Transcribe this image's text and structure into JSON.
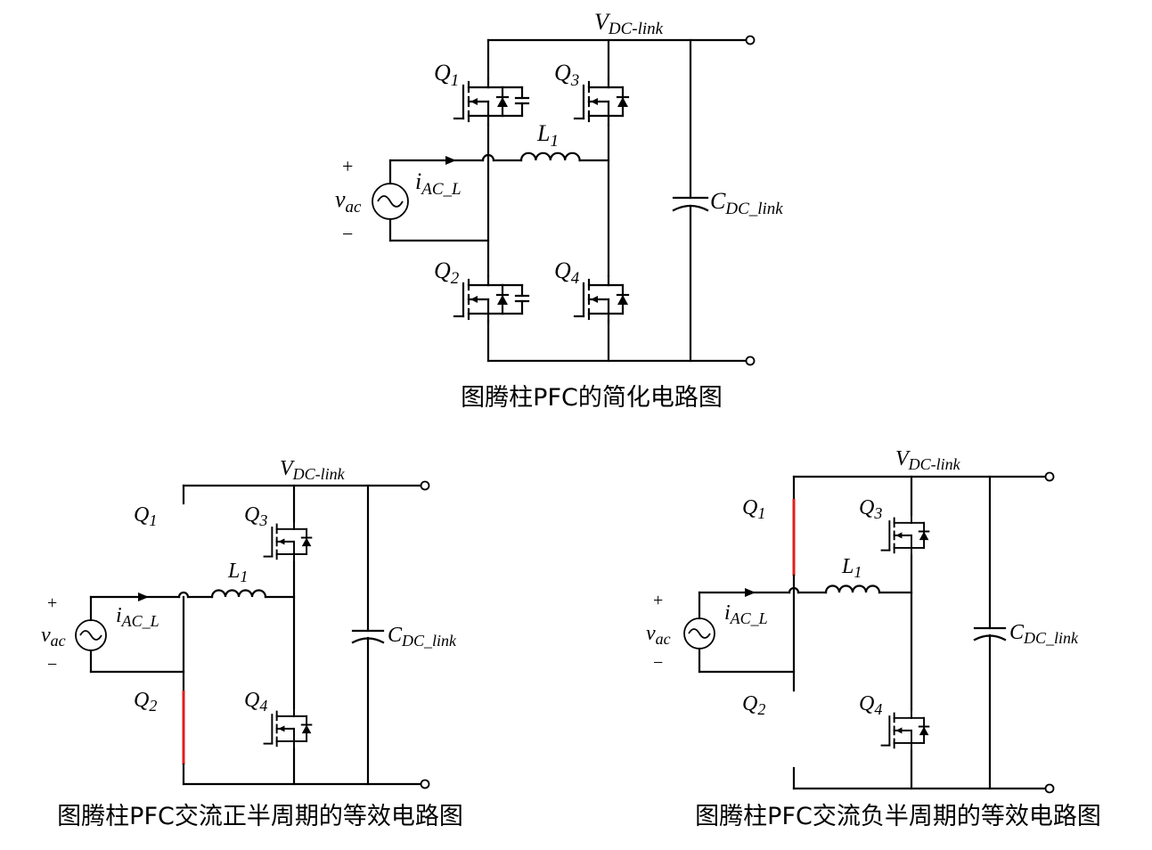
{
  "top_diagram": {
    "caption": "图腾柱PFC的简化电路图",
    "labels": {
      "vdc": {
        "main": "V",
        "sub": "DC-link"
      },
      "q1": {
        "main": "Q",
        "sub": "1"
      },
      "q2": {
        "main": "Q",
        "sub": "2"
      },
      "q3": {
        "main": "Q",
        "sub": "3"
      },
      "q4": {
        "main": "Q",
        "sub": "4"
      },
      "l1": {
        "main": "L",
        "sub": "1"
      },
      "cdc": {
        "main": "C",
        "sub": "DC_link"
      },
      "iac": {
        "main": "i",
        "sub": "AC_L"
      },
      "vac": {
        "main": "v",
        "sub": "ac"
      },
      "plus": "+",
      "minus": "−"
    }
  },
  "left_diagram": {
    "caption": "图腾柱PFC交流正半周期的等效电路图",
    "labels": {
      "vdc": {
        "main": "V",
        "sub": "DC-link"
      },
      "q1": {
        "main": "Q",
        "sub": "1"
      },
      "q2": {
        "main": "Q",
        "sub": "2"
      },
      "q3": {
        "main": "Q",
        "sub": "3"
      },
      "q4": {
        "main": "Q",
        "sub": "4"
      },
      "l1": {
        "main": "L",
        "sub": "1"
      },
      "cdc": {
        "main": "C",
        "sub": "DC_link"
      },
      "iac": {
        "main": "i",
        "sub": "AC_L"
      },
      "vac": {
        "main": "v",
        "sub": "ac"
      },
      "plus": "+",
      "minus": "−"
    }
  },
  "right_diagram": {
    "caption": "图腾柱PFC交流负半周期的等效电路图",
    "labels": {
      "vdc": {
        "main": "V",
        "sub": "DC-link"
      },
      "q1": {
        "main": "Q",
        "sub": "1"
      },
      "q2": {
        "main": "Q",
        "sub": "2"
      },
      "q3": {
        "main": "Q",
        "sub": "3"
      },
      "q4": {
        "main": "Q",
        "sub": "4"
      },
      "l1": {
        "main": "L",
        "sub": "1"
      },
      "cdc": {
        "main": "C",
        "sub": "DC_link"
      },
      "iac": {
        "main": "i",
        "sub": "AC_L"
      },
      "vac": {
        "main": "v",
        "sub": "ac"
      },
      "plus": "+",
      "minus": "−"
    }
  },
  "colors": {
    "wire": "#000000",
    "conducting_path": "#e0201c",
    "background": "#ffffff"
  }
}
